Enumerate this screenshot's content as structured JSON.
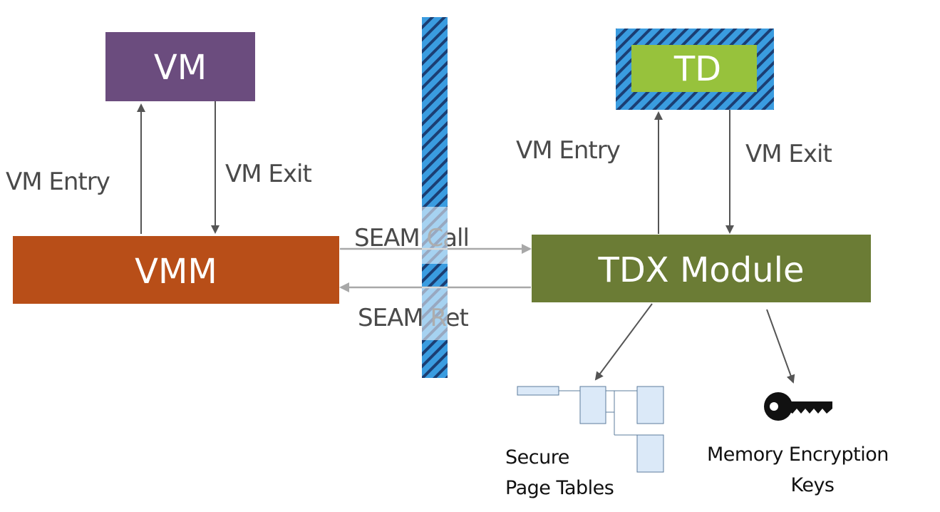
{
  "nodes": {
    "vm": {
      "label": "VM",
      "color": "#6b4c7e"
    },
    "vmm": {
      "label": "VMM",
      "color": "#b84e18"
    },
    "td": {
      "label": "TD",
      "color": "#97c23c"
    },
    "td_frame": {
      "color": "#3a9ce0",
      "stripe": "#1b3e73"
    },
    "tdx_module": {
      "label": "TDX Module",
      "color": "#6b7c35"
    },
    "barrier": {
      "color": "#3a9ce0",
      "stripe": "#1b3e73"
    }
  },
  "edges": {
    "vm_entry_left": "VM Entry",
    "vm_exit_left": "VM Exit",
    "seam_call": "SEAM Call",
    "seam_ret": "SEAM Ret",
    "vm_entry_right": "VM Entry",
    "vm_exit_right": "VM Exit"
  },
  "components": {
    "page_tables": {
      "line1": "Secure",
      "line2": "Page Tables",
      "fill": "#dbe9f8",
      "stroke": "#5c7c9c"
    },
    "keys": {
      "line1": "Memory Encryption",
      "line2": "Keys",
      "icon": "key-icon"
    }
  }
}
